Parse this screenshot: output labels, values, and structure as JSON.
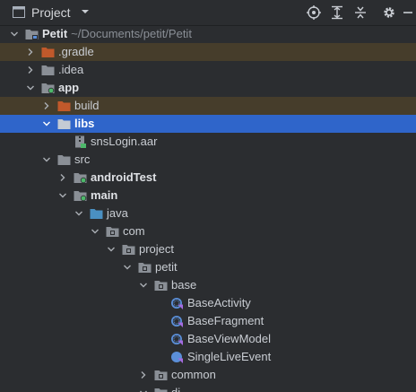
{
  "header": {
    "title": "Project",
    "icons": [
      "project-view-icon",
      "chevron-down-icon",
      "locate-icon",
      "expand-all-icon",
      "collapse-all-icon",
      "gear-icon",
      "minimize-icon"
    ]
  },
  "tree": {
    "root": {
      "label": "Petit",
      "path": "~/Documents/petit/Petit"
    },
    "gradle": ".gradle",
    "idea": ".idea",
    "app": "app",
    "build": "build",
    "libs": "libs",
    "sns_login": "snsLogin.aar",
    "src": "src",
    "android_test": "androidTest",
    "main": "main",
    "java": "java",
    "com": "com",
    "project": "project",
    "petit": "petit",
    "base": "base",
    "base_activity": "BaseActivity",
    "base_fragment": "BaseFragment",
    "base_view_model": "BaseViewModel",
    "single_live_event": "SingleLiveEvent",
    "common": "common",
    "di": "di"
  },
  "colors": {
    "panel_bg": "#2b2d30",
    "selected_bg": "#2f65ca",
    "excluded_bg": "#463d2b",
    "folder": "#8a8f96",
    "excluded_folder": "#c1592b",
    "source_folder": "#4a90c2",
    "kotlin_class": "#5b8fd9"
  }
}
